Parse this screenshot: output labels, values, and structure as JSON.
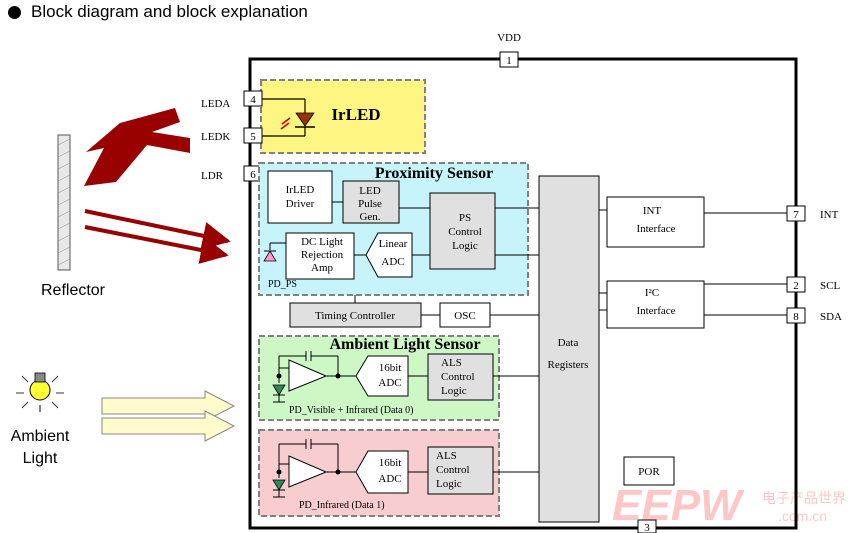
{
  "heading": "Block diagram and block explanation",
  "pins": {
    "vdd": "VDD",
    "vdd_num": "1",
    "leda": "LEDA",
    "leda_num": "4",
    "ledk": "LEDK",
    "ledk_num": "5",
    "ldr": "LDR",
    "ldr_num": "6",
    "int": "INT",
    "int_num": "7",
    "scl": "SCL",
    "scl_num": "2",
    "sda": "SDA",
    "sda_num": "8",
    "gnd_num": "3"
  },
  "irled": {
    "title": "IrLED"
  },
  "proximity": {
    "title": "Proximity Sensor",
    "irled_driver": [
      "IrLED",
      "Driver"
    ],
    "led_pulse": [
      "LED",
      "Pulse",
      "Gen."
    ],
    "ps_control": [
      "PS",
      "Control",
      "Logic"
    ],
    "dc_rejection": [
      "DC Light",
      "Rejection",
      "Amp"
    ],
    "linear_adc": [
      "Linear",
      "ADC"
    ],
    "pd_label": "PD_PS"
  },
  "timing_controller": "Timing Controller",
  "osc": "OSC",
  "data_registers": [
    "Data",
    "Registers"
  ],
  "int_interface": [
    "INT",
    "Interface"
  ],
  "i2c_interface": [
    "I²C",
    "Interface"
  ],
  "ambient": {
    "title": "Ambient Light Sensor",
    "adc0": [
      "16bit",
      "ADC"
    ],
    "als0": [
      "ALS",
      "Control",
      "Logic"
    ],
    "pd0_label": "PD_Visible + Infrared (Data 0)",
    "adc1": [
      "16bit",
      "ADC"
    ],
    "als1": [
      "ALS",
      "Control",
      "Logic"
    ],
    "pd1_label": "PD_Infrared (Data 1)"
  },
  "por": "POR",
  "reflector_label": "Reflector",
  "ambient_light_label": [
    "Ambient",
    "Light"
  ],
  "watermark": {
    "main": "EEPW",
    "cn": "电子产品世界",
    "url": ".com.cn"
  },
  "colors": {
    "irled_bg": "#fff582",
    "proximity_bg": "#c6f4fa",
    "ambient_bg": "#cdf8c6",
    "infrared_bg": "#f8cdcf",
    "block_gray": "#e0e0e0",
    "arrow_red": "#990000",
    "arrow_yellow": "#fffbcc"
  }
}
